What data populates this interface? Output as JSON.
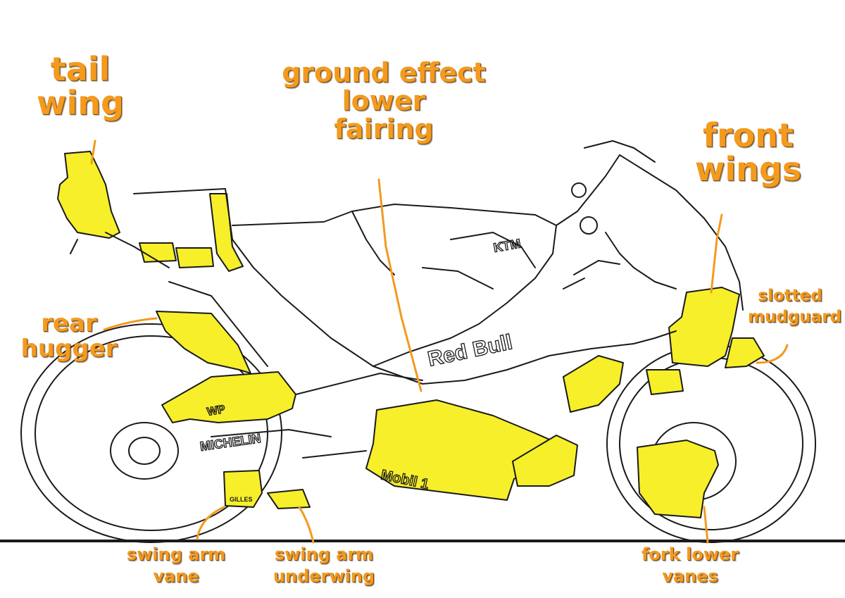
{
  "labels": {
    "tail_wing": [
      "tail",
      "wing"
    ],
    "ground_effect": [
      "ground effect",
      "lower",
      "fairing"
    ],
    "front_wings": [
      "front",
      "wings"
    ],
    "slotted_mudguard": [
      "slotted",
      "mudguard"
    ],
    "rear_hugger": [
      "rear",
      "hugger"
    ],
    "swing_arm_vane": [
      "swing arm",
      "vane"
    ],
    "swing_arm_underwing": [
      "swing arm",
      "underwing"
    ],
    "fork_lower_vanes": [
      "fork lower",
      "vanes"
    ]
  },
  "decals": {
    "ktm": "KTM",
    "mobil": "Mobil 1",
    "michelin": "MICHELIN",
    "wp": "WP",
    "redbull": "Red Bull",
    "gilles": "GILLES"
  },
  "colors": {
    "label": "#f39a1f",
    "highlight": "#f7ef2a",
    "line": "#1a1a1a"
  }
}
